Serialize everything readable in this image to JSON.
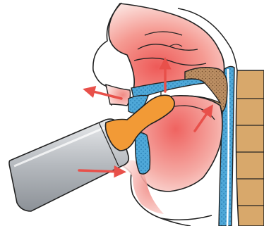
{
  "diagram": {
    "labels": [],
    "colors": {
      "background": "#ffffff",
      "outline": "#222222",
      "tissue_red": "#ee5a58",
      "tissue_pink": "#f7c0bd",
      "mucosa_blue": "#4fa8d8",
      "mucosa_dots": "#1b6fa6",
      "teat_orange": "#f29a36",
      "bottle_grey": "#a9adb2",
      "bottle_light": "#e3e5e8",
      "bone_tan": "#c9955a",
      "sinus_brown": "#b78a60",
      "arrow_red": "#e8504a"
    },
    "icons": {
      "arrows": [
        "arrow-out-of-nose",
        "arrow-up-nasal",
        "arrow-up-throat",
        "arrow-into-mouth"
      ]
    }
  }
}
